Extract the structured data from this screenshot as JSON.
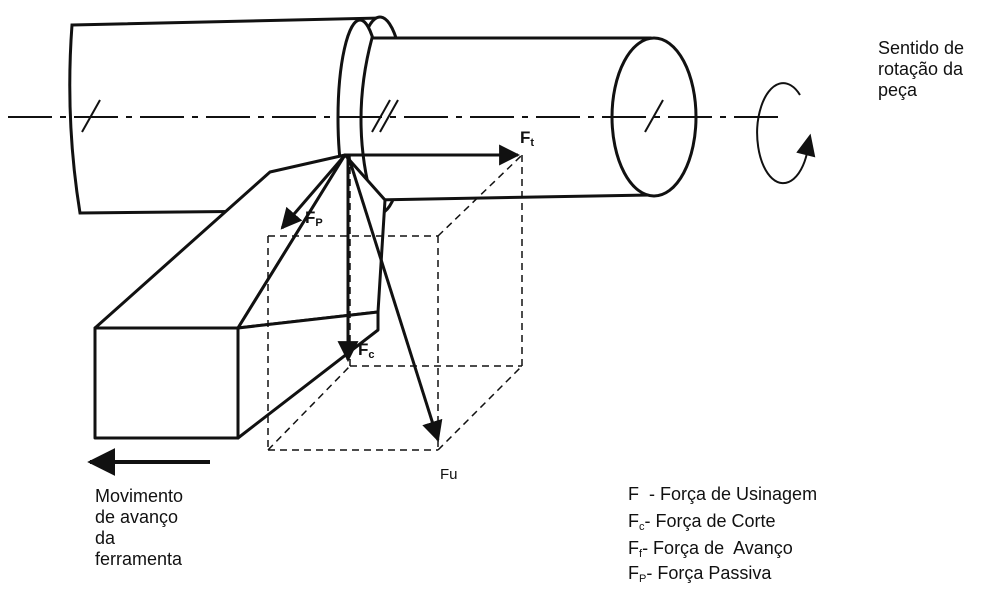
{
  "rotation_label": [
    "Sentido de",
    "rotação da",
    "peça"
  ],
  "feed_label": [
    "Movimento",
    "de avanço",
    "da",
    "ferramenta"
  ],
  "forces": {
    "ft": {
      "main": "F",
      "sub": "t"
    },
    "fp": {
      "main": "F",
      "sub": "P"
    },
    "fc": {
      "main": "F",
      "sub": "c"
    },
    "fu": "Fu"
  },
  "legend": [
    {
      "symbol": "F",
      "sub": "",
      "text": "  - Força de Usinagem"
    },
    {
      "symbol": "F",
      "sub": "c",
      "text": "- Força de Corte"
    },
    {
      "symbol": "F",
      "sub": "f",
      "text": "- Força de  Avanço"
    },
    {
      "symbol": "F",
      "sub": "P",
      "text": "- Força Passiva"
    }
  ]
}
